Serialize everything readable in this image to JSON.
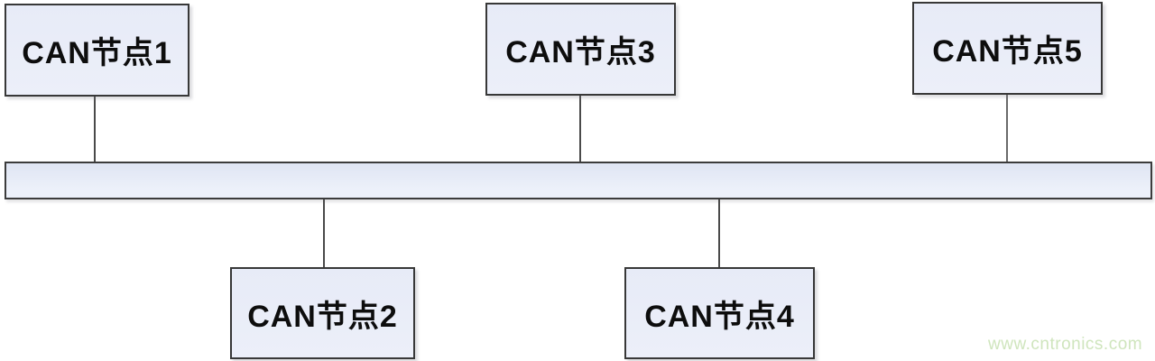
{
  "diagram": {
    "type": "bus-topology",
    "nodes": [
      {
        "label": "CAN节点1",
        "row": "top",
        "connects_to": "bus"
      },
      {
        "label": "CAN节点2",
        "row": "bottom",
        "connects_to": "bus"
      },
      {
        "label": "CAN节点3",
        "row": "top",
        "connects_to": "bus"
      },
      {
        "label": "CAN节点4",
        "row": "bottom",
        "connects_to": "bus"
      },
      {
        "label": "CAN节点5",
        "row": "top",
        "connects_to": "bus"
      }
    ],
    "bus": {
      "label": "",
      "orientation": "horizontal"
    },
    "colors": {
      "node_fill": "#e9edf8",
      "node_border": "#383838",
      "bus_fill": "#e6ebf7",
      "connector": "#4a4a4a",
      "label_text": "#0d0d0d",
      "watermark_text": "#cfe5bd",
      "background": "#ffffff"
    }
  },
  "watermark": {
    "text": "www.cntronics.com"
  }
}
